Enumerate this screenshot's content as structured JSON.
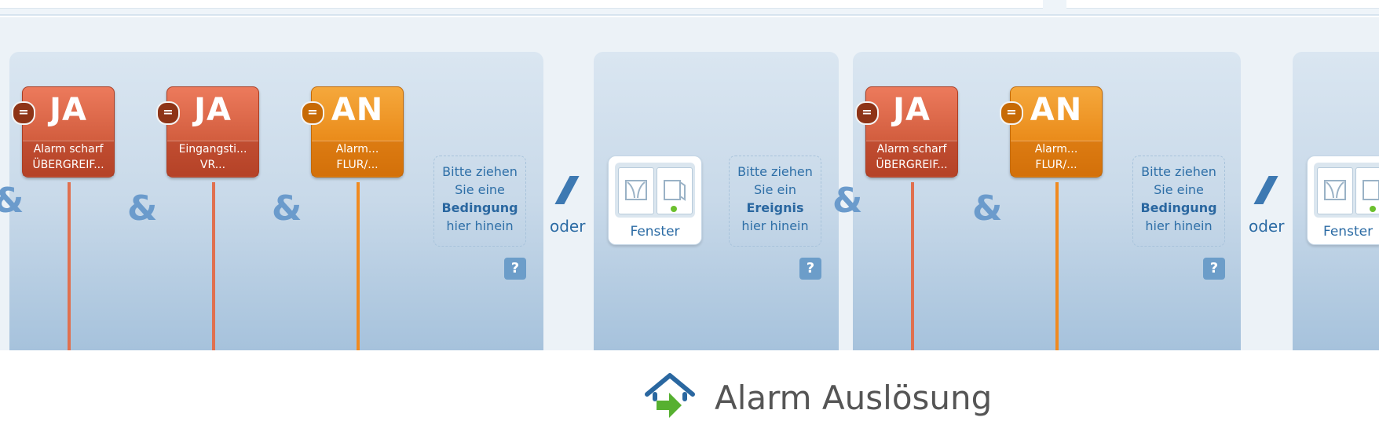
{
  "blocks": [
    {
      "tiles": [
        {
          "state": "JA",
          "line1": "Alarm scharf",
          "line2": "ÜBERGREIF..."
        },
        {
          "state": "JA",
          "line1": "Eingangsti...",
          "line2": "VR..."
        },
        {
          "state": "AN",
          "line1": "Alarm...",
          "line2": "FLUR/..."
        }
      ],
      "drop": {
        "line1": "Bitte ziehen",
        "line2": "Sie eine",
        "bold": "Bedingung",
        "line4": "hier hinein"
      }
    },
    {
      "window_label": "Fenster",
      "drop": {
        "line1": "Bitte ziehen",
        "line2": "Sie ein",
        "bold": "Ereignis",
        "line4": "hier hinein"
      }
    },
    {
      "tiles": [
        {
          "state": "JA",
          "line1": "Alarm scharf",
          "line2": "ÜBERGREIF..."
        },
        {
          "state": "AN",
          "line1": "Alarm...",
          "line2": "FLUR/..."
        }
      ],
      "drop": {
        "line1": "Bitte ziehen",
        "line2": "Sie eine",
        "bold": "Bedingung",
        "line4": "hier hinein"
      }
    },
    {
      "window_label": "Fenster"
    }
  ],
  "operators": {
    "and": "&",
    "or": "oder",
    "equals": "=",
    "help": "?"
  },
  "footer": {
    "title": "Alarm Auslösung",
    "icon": "home-arrow-icon"
  },
  "colors": {
    "red_tile": "#d25d3e",
    "orange_tile": "#ea8b1a",
    "link_blue": "#2e6fa7",
    "status_green": "#6cc02e"
  }
}
